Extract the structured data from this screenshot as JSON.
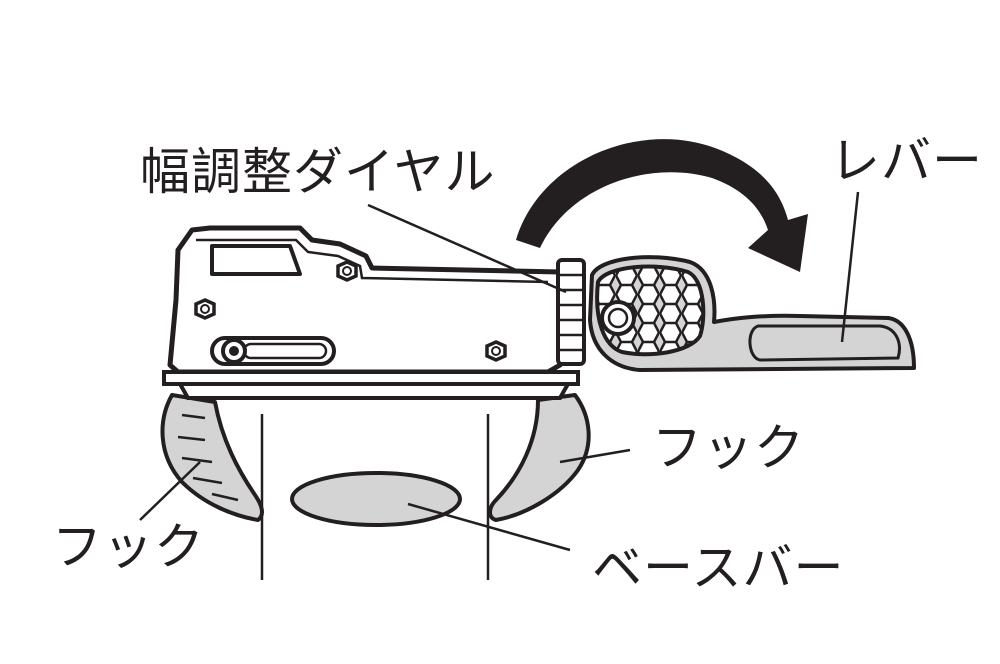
{
  "labels": {
    "dial": "幅調整ダイヤル",
    "lever": "レバー",
    "hook_right": "フック",
    "hook_left": "フック",
    "base_bar": "ベースバー"
  },
  "colors": {
    "ink": "#231f20",
    "fill_gray": "#d4d4d4",
    "background": "#ffffff"
  },
  "icons": {
    "arrow": "curved-arrow-icon"
  }
}
